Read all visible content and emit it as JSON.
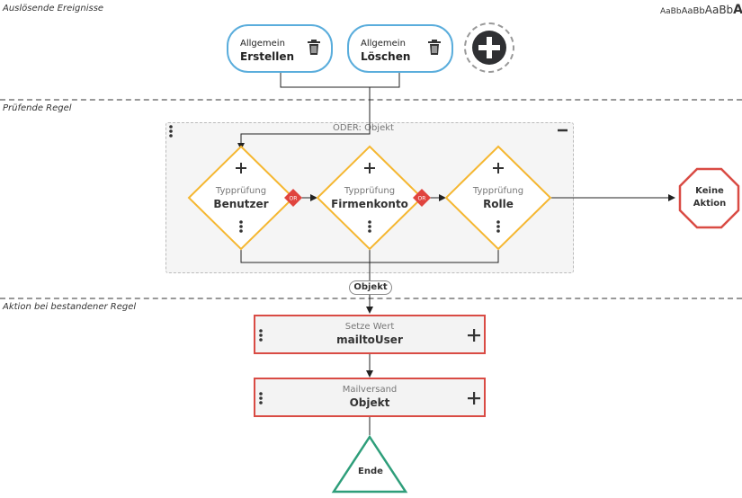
{
  "sections": {
    "trigger": "Auslösende Ereignisse",
    "check": "Prüfende Regel",
    "action": "Aktion bei bestandener Regel"
  },
  "font_samples": [
    "AaBb",
    "AaBb",
    "AaBb",
    "AaBb"
  ],
  "events": [
    {
      "line1": "Allgemein",
      "line2": "Erstellen"
    },
    {
      "line1": "Allgemein",
      "line2": "Löschen"
    }
  ],
  "group": {
    "title": "ODER: Objekt"
  },
  "checks": [
    {
      "type": "Typprüfung",
      "value": "Benutzer"
    },
    {
      "type": "Typprüfung",
      "value": "Firmenkonto"
    },
    {
      "type": "Typprüfung",
      "value": "Rolle"
    }
  ],
  "or_label": "OR",
  "no_action": {
    "line1": "Keine",
    "line2": "Aktion"
  },
  "edge_label": "Objekt",
  "actions": [
    {
      "type": "Setze Wert",
      "value": "mailtoUser"
    },
    {
      "type": "Mailversand",
      "value": "Objekt"
    }
  ],
  "end_label": "Ende",
  "colors": {
    "event_border": "#5aaddc",
    "check_border": "#f5b731",
    "or_badge": "#e0443e",
    "action_border": "#d94b44",
    "stop_border": "#d94b44",
    "end_border": "#2e9e7a"
  }
}
